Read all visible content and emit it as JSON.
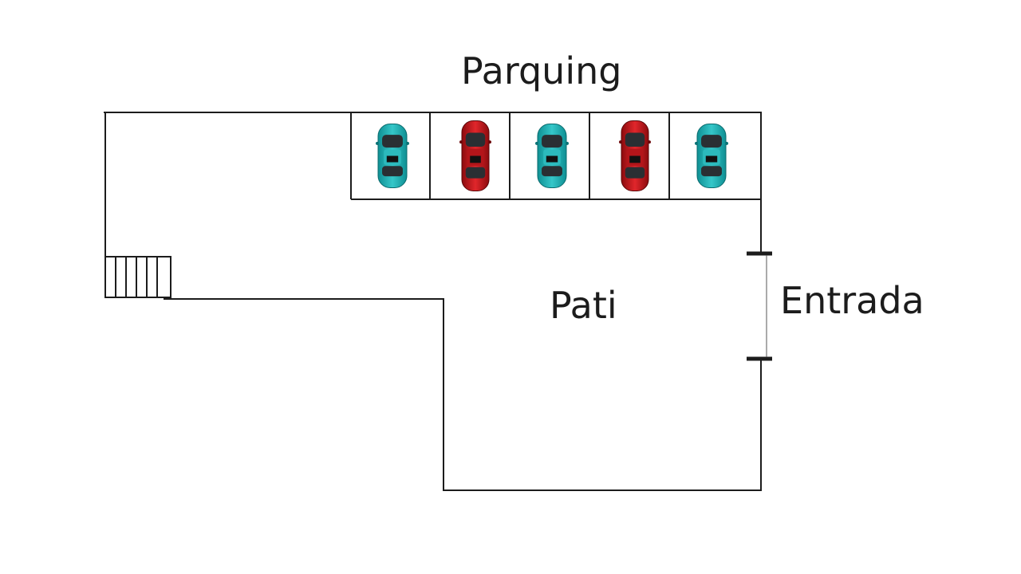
{
  "labels": {
    "parking": "Parquing",
    "patio": "Pati",
    "entrance": "Entrada"
  },
  "parking_spots": [
    {
      "car": "compact-car",
      "color": "#1fb3b6"
    },
    {
      "car": "sedan-car",
      "color": "#c8141a"
    },
    {
      "car": "compact-car",
      "color": "#1fb3b6"
    },
    {
      "car": "sedan-car",
      "color": "#c8141a"
    },
    {
      "car": "compact-car",
      "color": "#1fb3b6"
    }
  ],
  "colors": {
    "wall": "#1c1c1c",
    "teal_car": "#1fb3b6",
    "red_car": "#c8141a"
  },
  "icons": {
    "stairs": "stairs-icon",
    "door": "door-gap"
  }
}
